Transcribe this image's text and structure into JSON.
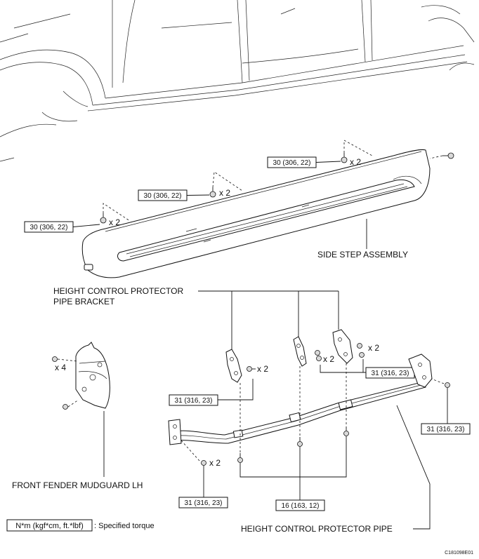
{
  "labels": {
    "side_step_assembly": "SIDE STEP ASSEMBLY",
    "bracket_line1": "HEIGHT CONTROL PROTECTOR",
    "bracket_line2": "PIPE BRACKET",
    "front_fender": "FRONT FENDER MUDGUARD LH",
    "protector_pipe": "HEIGHT CONTROL PROTECTOR PIPE",
    "legend_box": "N*m (kgf*cm, ft.*lbf)",
    "legend_text": ": Specified torque",
    "figure_code": "C181098E01"
  },
  "torque": {
    "step_bolt_a": "30 (306, 22)",
    "step_bolt_b": "30 (306, 22)",
    "step_bolt_c": "30 (306, 22)",
    "bracket_left": "31 (316, 23)",
    "bracket_right": "31 (316, 23)",
    "pipe_front": "31 (316, 23)",
    "pipe_rear": "31 (316, 23)",
    "pipe_bolts": "16 (163, 12)"
  },
  "quantities": {
    "x2_a": "x 2",
    "x2_b": "x 2",
    "x2_c": "x 2",
    "x4": "x 4",
    "x2_d": "x 2",
    "x2_e": "x 2",
    "x2_f": "x 2",
    "x2_g": "x 2"
  }
}
